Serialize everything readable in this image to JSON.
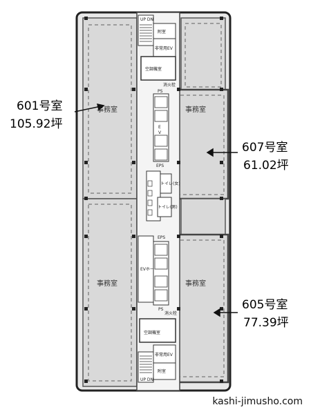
{
  "units": [
    {
      "name": "601号室",
      "area": "105.92坪"
    },
    {
      "name": "607号室",
      "area": "61.02坪"
    },
    {
      "name": "605号室",
      "area": "77.39坪"
    }
  ],
  "rooms": {
    "office": "事務室",
    "ac_room": "空調機室",
    "ev_hall": "EVホール",
    "freight_ev": "非常用EV",
    "emergency_ev": "非常用EV",
    "ps": "PS",
    "eps": "EPS",
    "restroom_m": "トイレ(男)",
    "restroom_f": "トイレ(女)",
    "fire_hydrant": "消火栓",
    "refuge": "附室",
    "up_dn": "UP DN"
  },
  "watermark": "kashi-jimusho.com"
}
